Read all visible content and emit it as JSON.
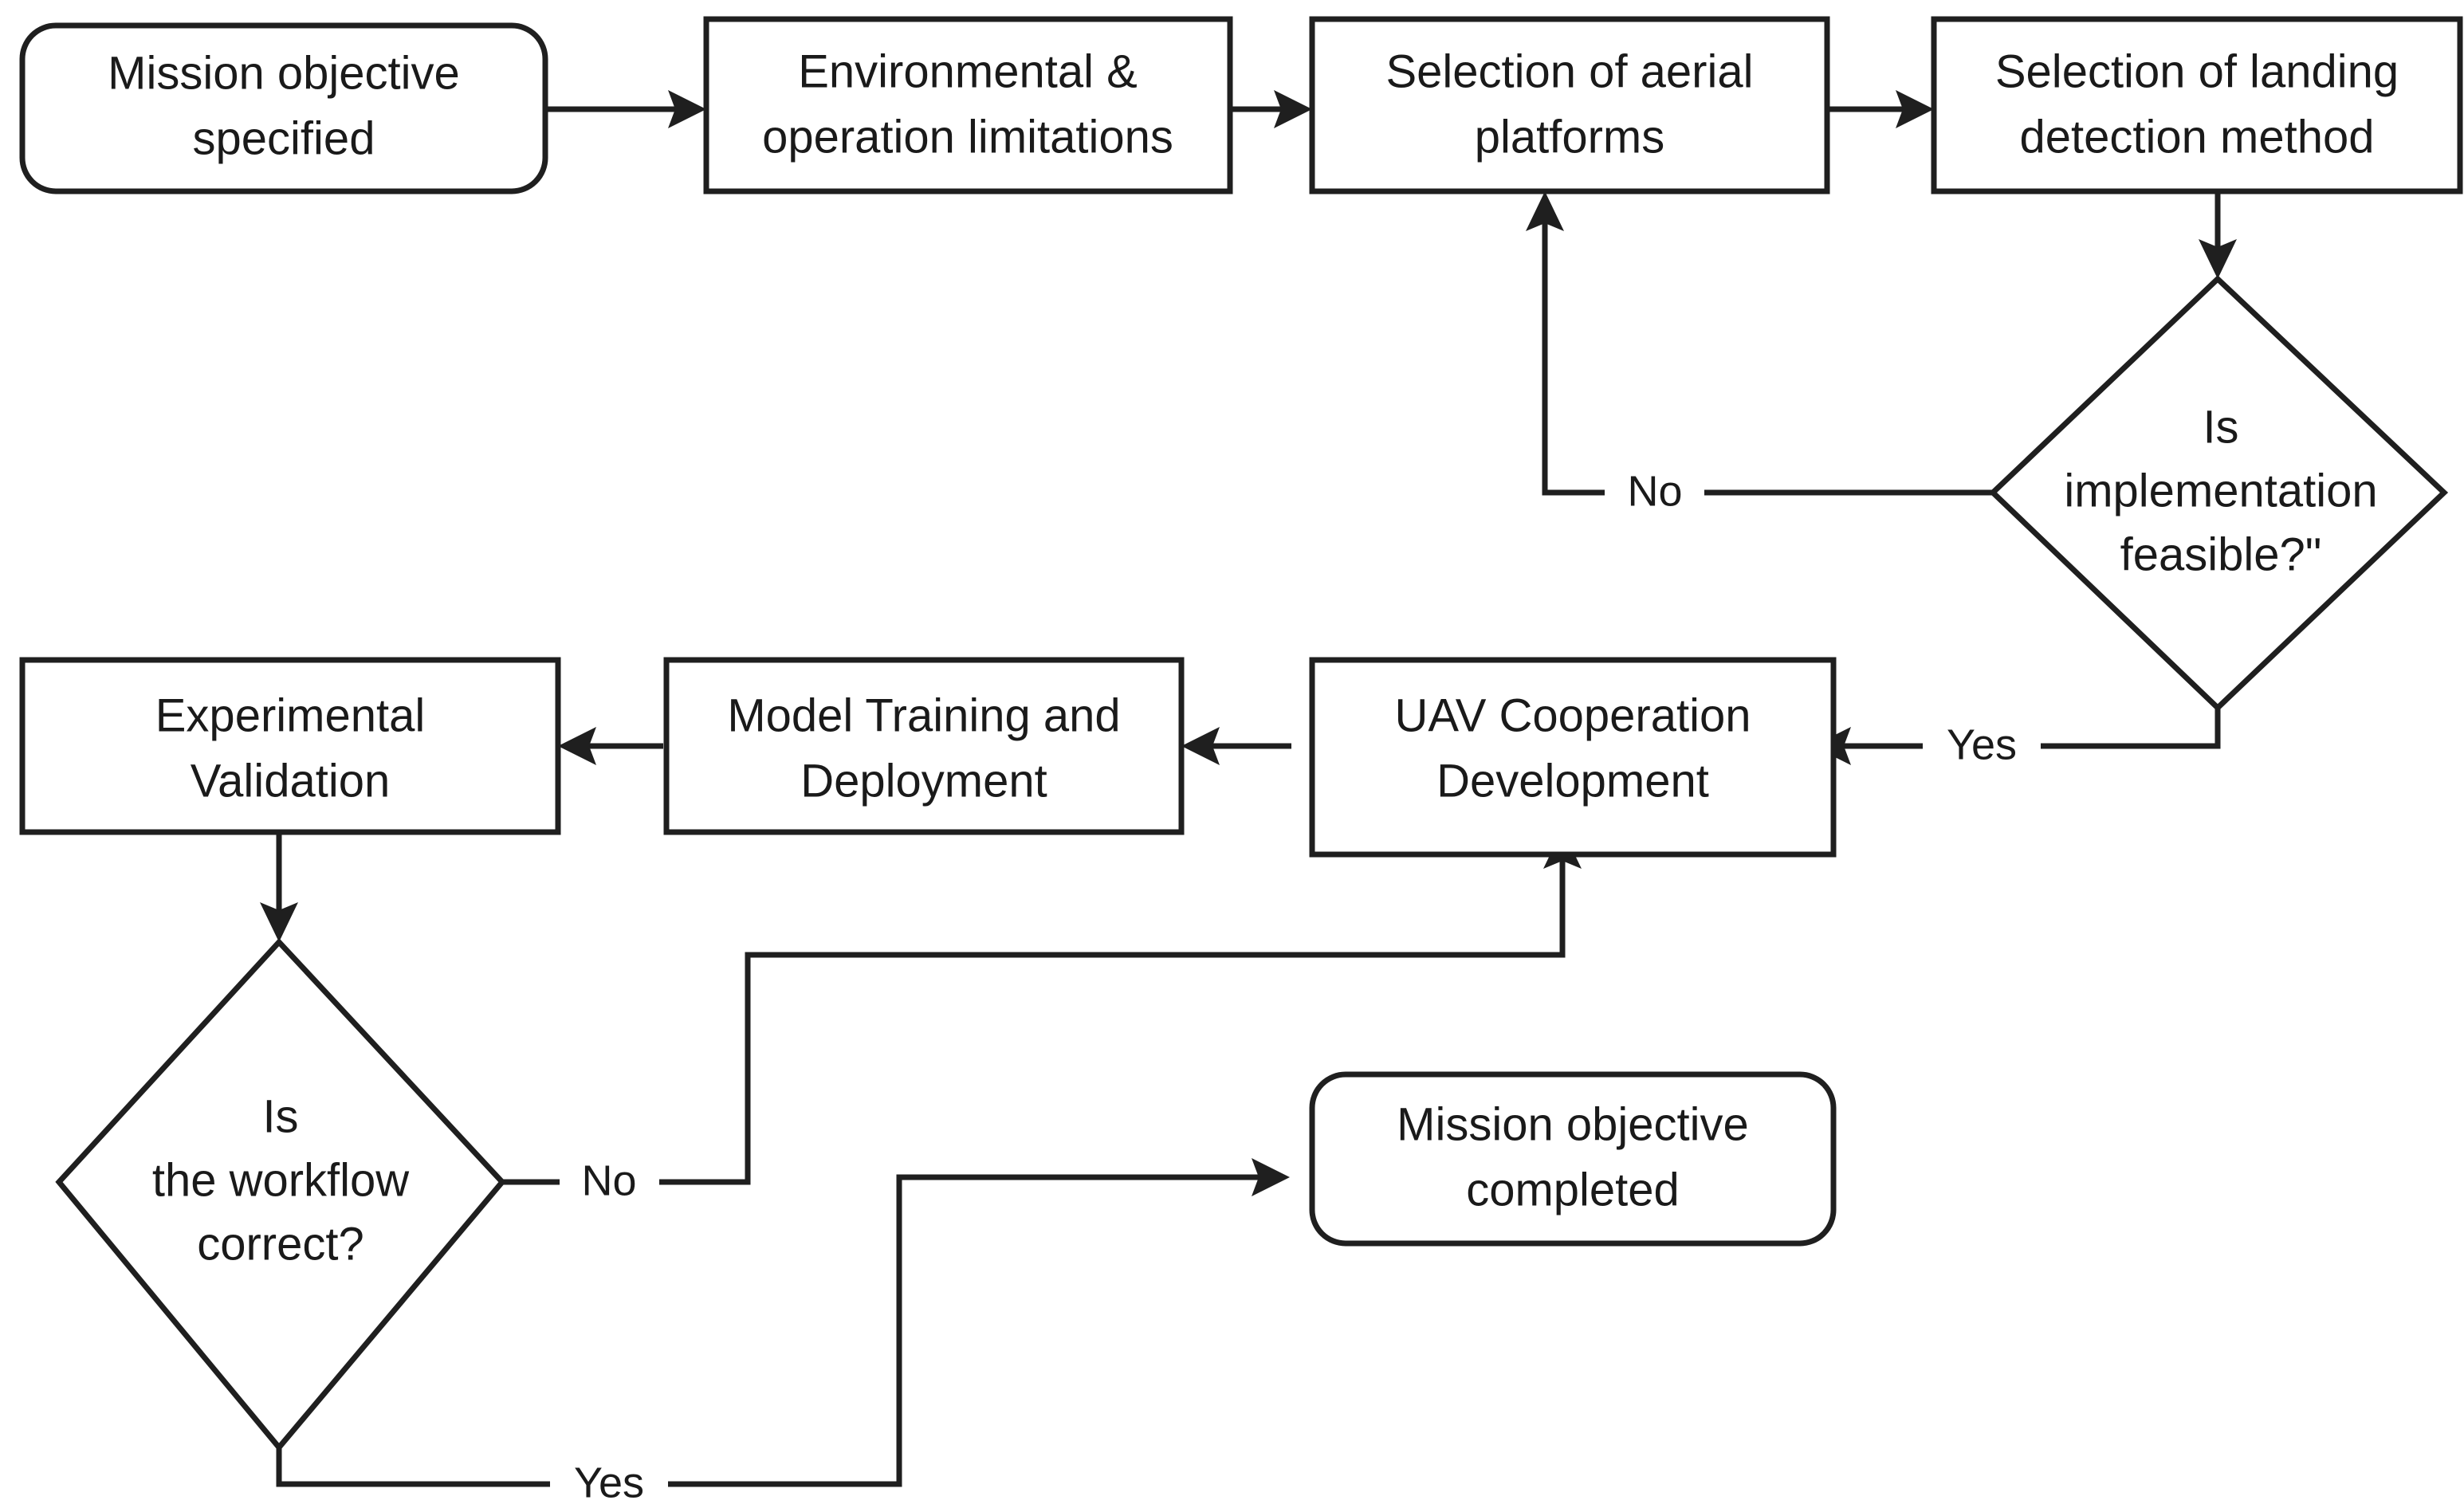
{
  "diagram": {
    "title": "UAV mission workflow flowchart",
    "background_color": "#ffffff",
    "stroke_color": "#1f1f1f",
    "text_color": "#1a1a1a",
    "nodes": [
      {
        "id": "mission-objective-specified",
        "shape": "rounded-rectangle",
        "lines": [
          "Mission objective",
          "specified"
        ]
      },
      {
        "id": "environmental-operation-limitations",
        "shape": "rectangle",
        "lines": [
          "Environmental &",
          "operation limitations"
        ]
      },
      {
        "id": "selection-of-aerial-platforms",
        "shape": "rectangle",
        "lines": [
          "Selection of aerial",
          "platforms"
        ]
      },
      {
        "id": "selection-of-landing-detection-method",
        "shape": "rectangle",
        "lines": [
          "Selection of landing",
          "detection method"
        ]
      },
      {
        "id": "is-implementation-feasible",
        "shape": "diamond",
        "lines": [
          "Is",
          "implementation",
          "feasible?\""
        ]
      },
      {
        "id": "uav-cooperation-development",
        "shape": "rectangle",
        "lines": [
          "UAV Cooperation",
          "Development"
        ]
      },
      {
        "id": "model-training-and-deployment",
        "shape": "rectangle",
        "lines": [
          "Model Training and",
          "Deployment"
        ]
      },
      {
        "id": "experimental-validation",
        "shape": "rectangle",
        "lines": [
          "Experimental",
          "Validation"
        ]
      },
      {
        "id": "is-the-workflow-correct",
        "shape": "diamond",
        "lines": [
          "Is",
          "the workflow",
          "correct?"
        ]
      },
      {
        "id": "mission-objective-completed",
        "shape": "rounded-rectangle",
        "lines": [
          "Mission objective",
          "completed"
        ]
      }
    ],
    "edge_labels": {
      "feasible_no": "No",
      "feasible_yes": "Yes",
      "workflow_no": "No",
      "workflow_yes": "Yes"
    },
    "edges": [
      {
        "from": "mission-objective-specified",
        "to": "environmental-operation-limitations",
        "label": ""
      },
      {
        "from": "environmental-operation-limitations",
        "to": "selection-of-aerial-platforms",
        "label": ""
      },
      {
        "from": "selection-of-aerial-platforms",
        "to": "selection-of-landing-detection-method",
        "label": ""
      },
      {
        "from": "selection-of-landing-detection-method",
        "to": "is-implementation-feasible",
        "label": ""
      },
      {
        "from": "is-implementation-feasible",
        "to": "selection-of-aerial-platforms",
        "label": "No"
      },
      {
        "from": "is-implementation-feasible",
        "to": "uav-cooperation-development",
        "label": "Yes"
      },
      {
        "from": "uav-cooperation-development",
        "to": "model-training-and-deployment",
        "label": ""
      },
      {
        "from": "model-training-and-deployment",
        "to": "experimental-validation",
        "label": ""
      },
      {
        "from": "experimental-validation",
        "to": "is-the-workflow-correct",
        "label": ""
      },
      {
        "from": "is-the-workflow-correct",
        "to": "uav-cooperation-development",
        "label": "No"
      },
      {
        "from": "is-the-workflow-correct",
        "to": "mission-objective-completed",
        "label": "Yes"
      }
    ]
  }
}
